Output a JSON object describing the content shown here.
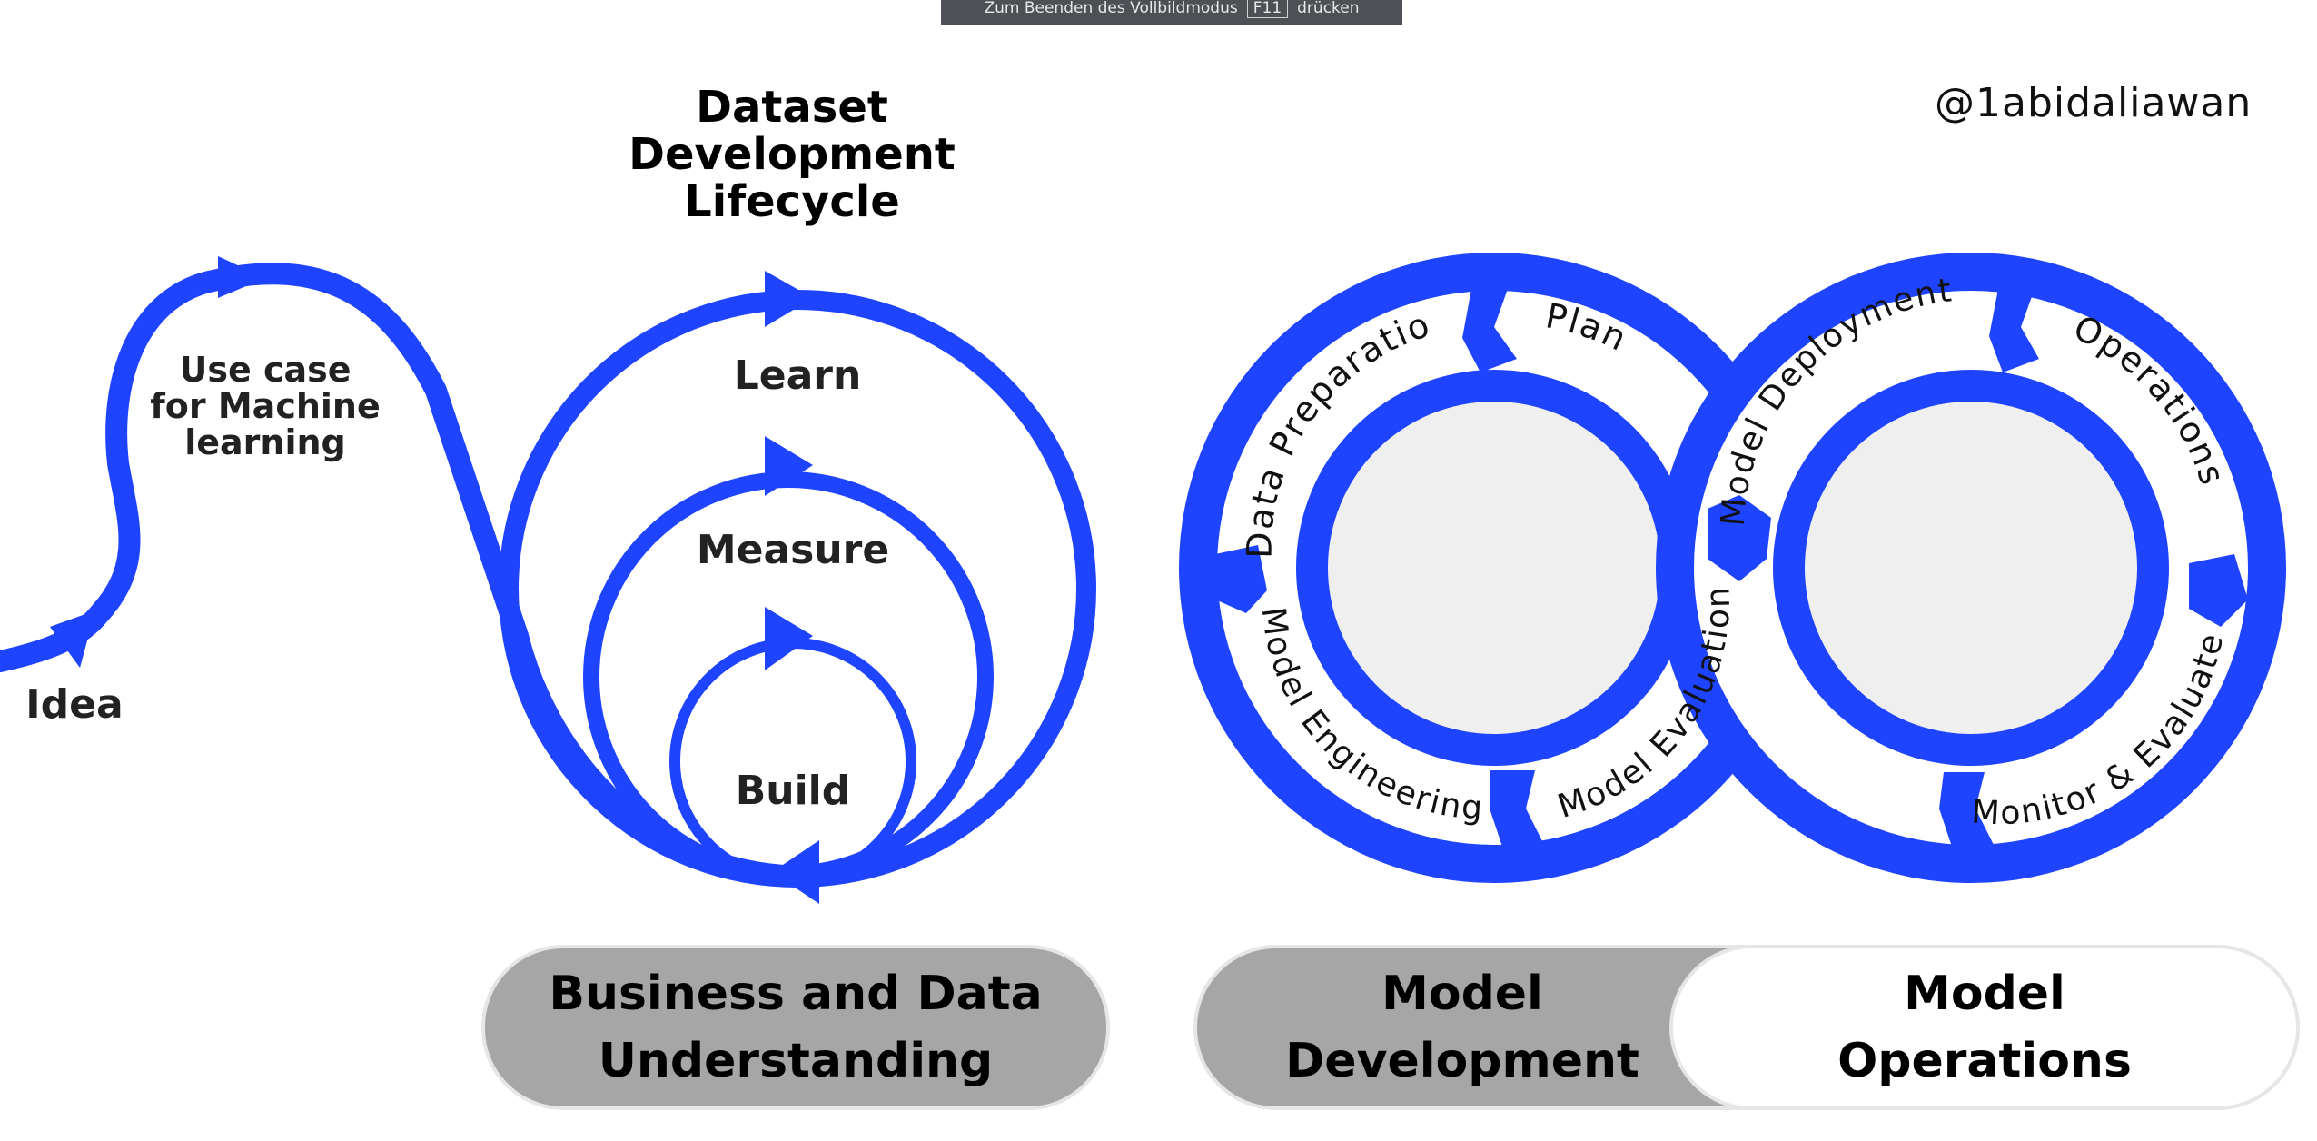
{
  "fullscreen_bar": {
    "prefix": "Zum Beenden des Vollbildmodus",
    "key": "F11",
    "suffix": "drücken"
  },
  "handle": "@1abidaliawan",
  "dataset_title": {
    "line1": "Dataset",
    "line2": "Development",
    "line3": "Lifecycle"
  },
  "path_labels": {
    "idea": "Idea",
    "use_case_line1": "Use case",
    "use_case_line2": "for Machine",
    "use_case_line3": "learning"
  },
  "loops": {
    "learn": "Learn",
    "measure": "Measure",
    "build": "Build"
  },
  "left_ring": {
    "data_preparation": "Data Preparation",
    "plan": "Plan",
    "model_engineering": "Model Engineering",
    "model_evaluation": "Model Evaluation"
  },
  "right_ring": {
    "model_deployment": "Model Deployment",
    "operations": "Operations",
    "monitor_evaluate": "Monitor & Evaluate"
  },
  "bottom_pills": {
    "business_line1": "Business and Data",
    "business_line2": "Understanding",
    "model_dev_line1": "Model",
    "model_dev_line2": "Development",
    "model_ops_line1": "Model",
    "model_ops_line2": "Operations"
  },
  "colors": {
    "accent_blue": "#1f44ff",
    "pill_gray": "#a6a6a6",
    "ring_center": "#efefef"
  }
}
